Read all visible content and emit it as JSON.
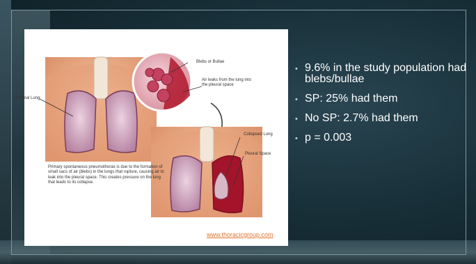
{
  "slide": {
    "bullets": [
      "9.6% in the study population had blebs/bullae",
      "SP:  25% had them",
      "No SP:  2.7% had them",
      "p = 0.003"
    ],
    "bullet_glyph": "•"
  },
  "figure": {
    "labels": {
      "normal_lung": "Normal Lung",
      "blebs": "Blebs or Bullae",
      "air_leaks": "Air leaks from the lung into the pleural space",
      "collapsed_lung": "Collapsed Lung",
      "pleural_space": "Pleural Space"
    },
    "caption": "Primary spontaneous pneumothorax is due to the formation of small sacs of air (blebs) in the lungs that rupture, causing air to leak into the pleural space. This creates pressure on the lung that leads to its collapse.",
    "url": "www.thoracicgroup.com"
  },
  "colors": {
    "background": "#183039",
    "panel": "#ffffff",
    "skin": "#e8ad86",
    "lung": "#c99bb6",
    "blood": "#b0162c",
    "url": "#e0722a"
  }
}
